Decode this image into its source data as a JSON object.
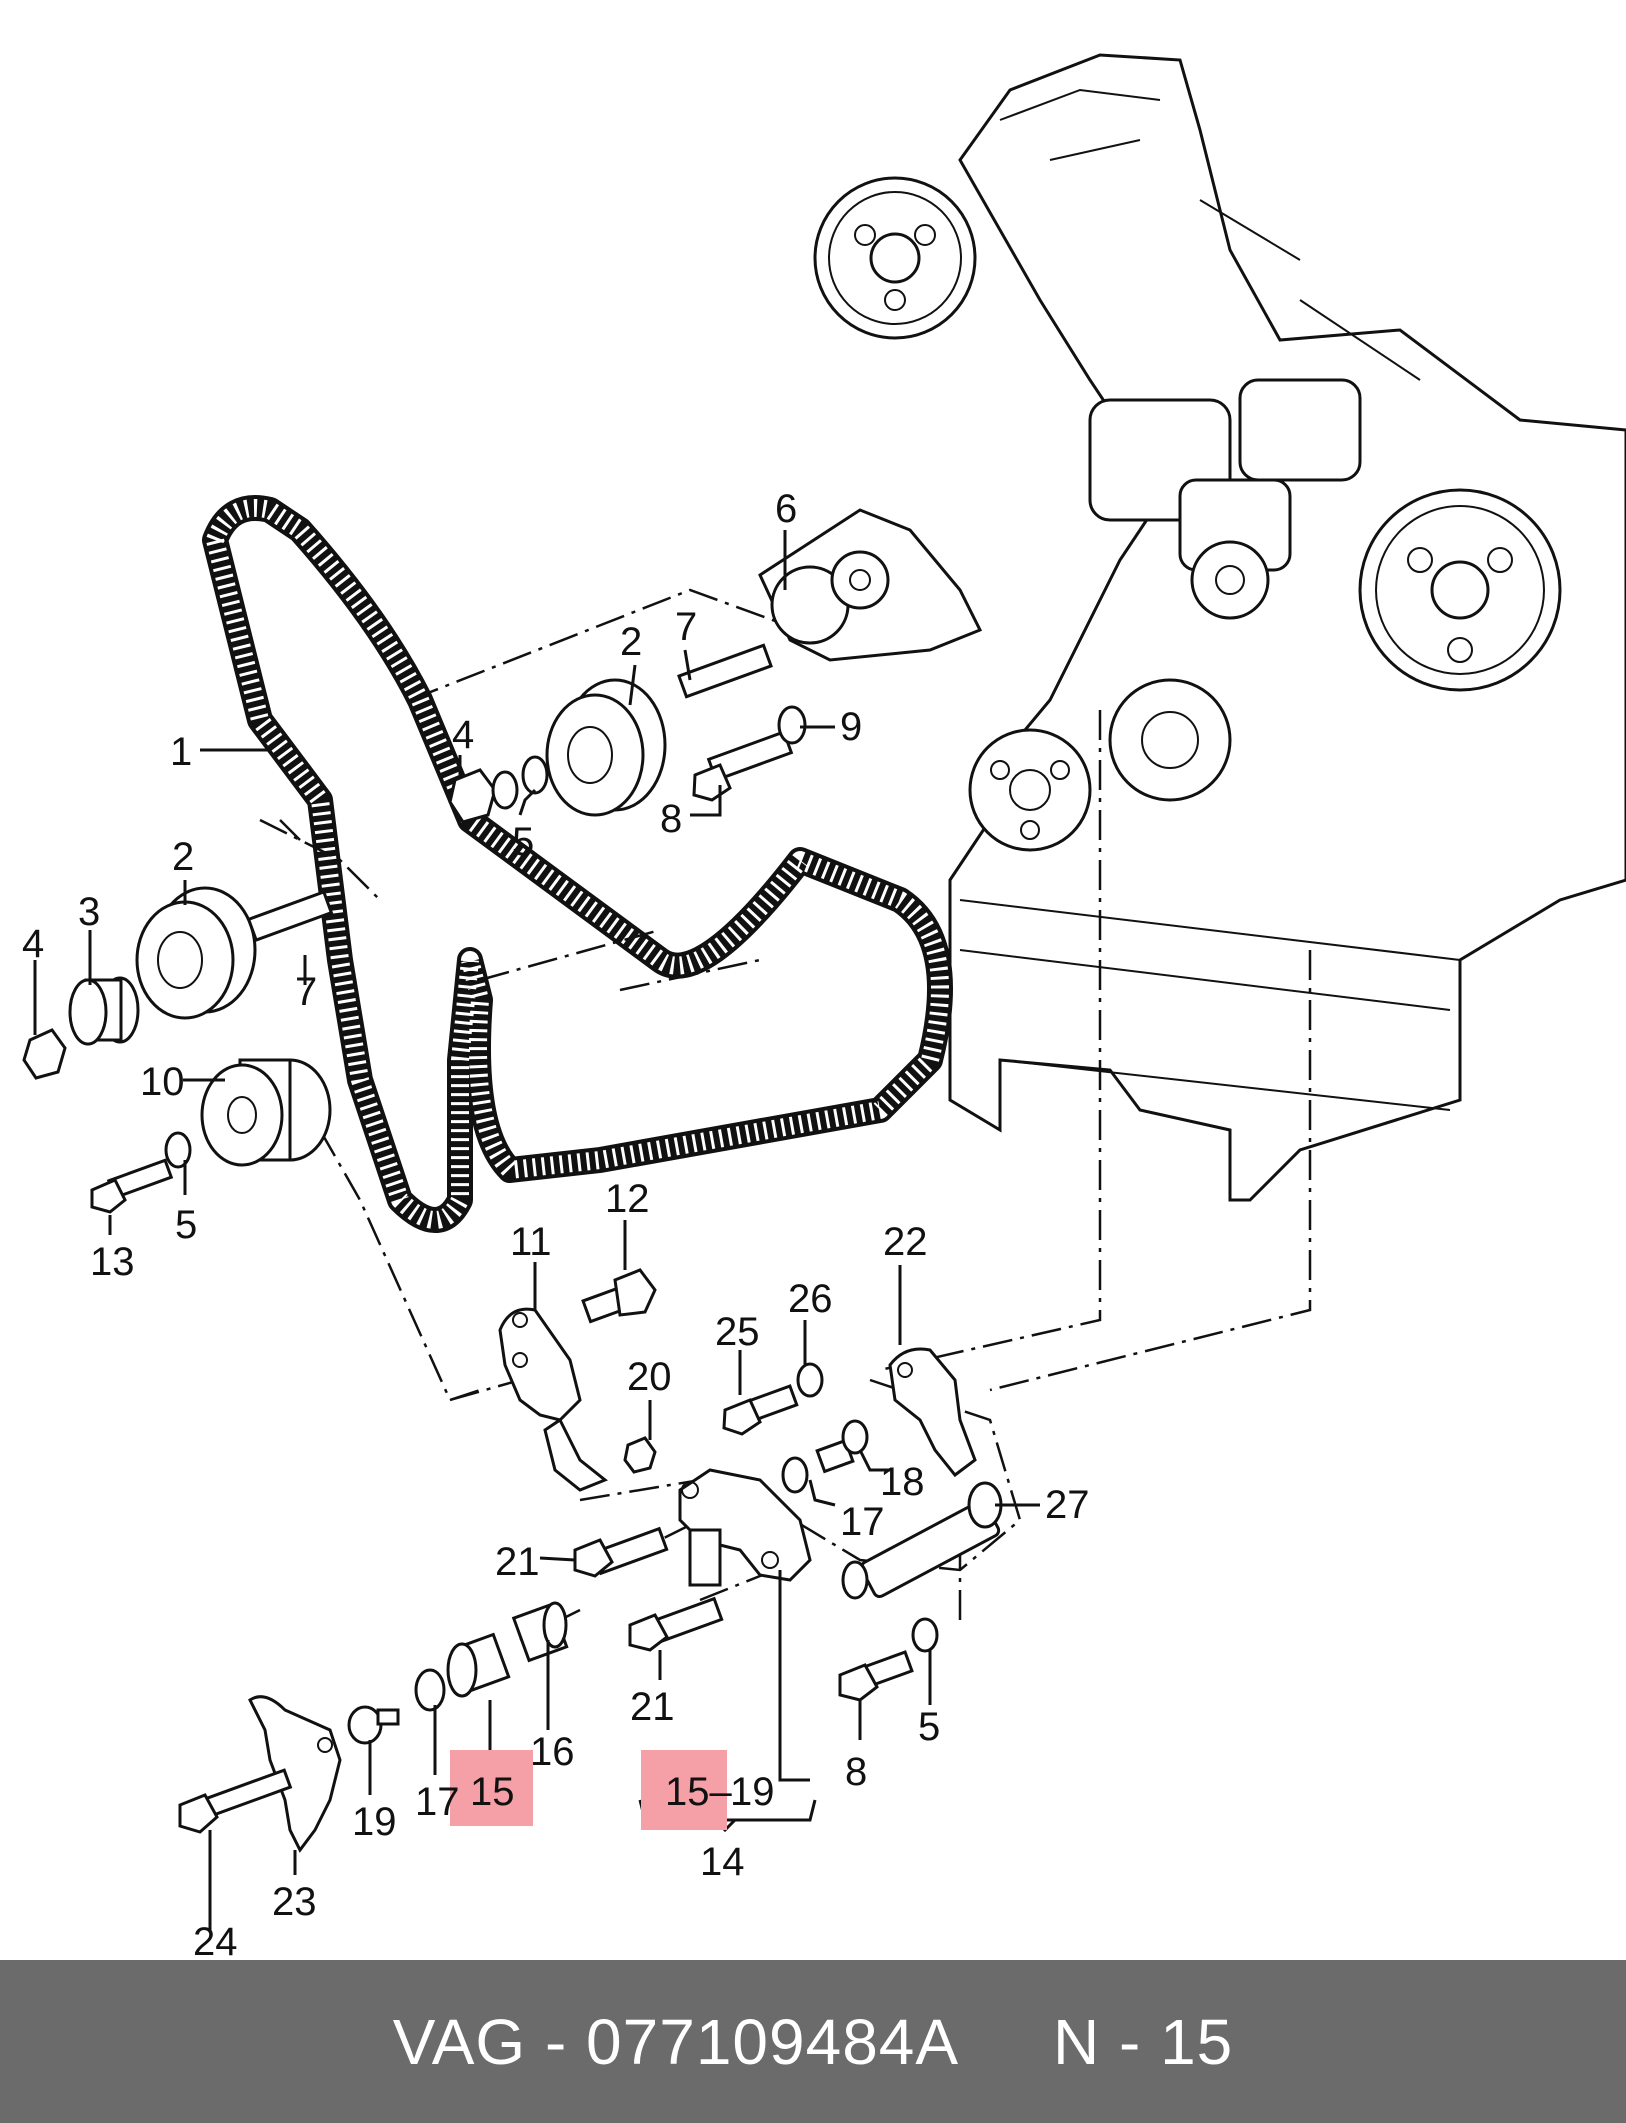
{
  "labels": [
    {
      "id": "l1",
      "text": "1"
    },
    {
      "id": "l2a",
      "text": "2"
    },
    {
      "id": "l2b",
      "text": "2"
    },
    {
      "id": "l3",
      "text": "3"
    },
    {
      "id": "l4a",
      "text": "4"
    },
    {
      "id": "l4b",
      "text": "4"
    },
    {
      "id": "l5a",
      "text": "5"
    },
    {
      "id": "l5b",
      "text": "5"
    },
    {
      "id": "l5c",
      "text": "5"
    },
    {
      "id": "l6",
      "text": "6"
    },
    {
      "id": "l7a",
      "text": "7"
    },
    {
      "id": "l7b",
      "text": "7"
    },
    {
      "id": "l8a",
      "text": "8"
    },
    {
      "id": "l8b",
      "text": "8"
    },
    {
      "id": "l9",
      "text": "9"
    },
    {
      "id": "l10",
      "text": "10"
    },
    {
      "id": "l11",
      "text": "11"
    },
    {
      "id": "l12",
      "text": "12"
    },
    {
      "id": "l13",
      "text": "13"
    },
    {
      "id": "l14",
      "text": "14"
    },
    {
      "id": "l15a",
      "text": "15"
    },
    {
      "id": "l15b",
      "text": "15–"
    },
    {
      "id": "l16",
      "text": "16"
    },
    {
      "id": "l17a",
      "text": "17"
    },
    {
      "id": "l17b",
      "text": "17"
    },
    {
      "id": "l18",
      "text": "18"
    },
    {
      "id": "l19a",
      "text": "19"
    },
    {
      "id": "l19b",
      "text": "19"
    },
    {
      "id": "l20",
      "text": "20"
    },
    {
      "id": "l21a",
      "text": "21"
    },
    {
      "id": "l21b",
      "text": "21"
    },
    {
      "id": "l22",
      "text": "22"
    },
    {
      "id": "l23",
      "text": "23"
    },
    {
      "id": "l24",
      "text": "24"
    },
    {
      "id": "l25",
      "text": "25"
    },
    {
      "id": "l26",
      "text": "26"
    },
    {
      "id": "l27",
      "text": "27"
    }
  ],
  "highlight_color": "#f4a0a6",
  "footer": {
    "brand": "VAG",
    "separator1": " - ",
    "part_number": "077109484A",
    "gap": "     ",
    "ref": "N - 15"
  },
  "footer_bg": "#6b6b6b"
}
